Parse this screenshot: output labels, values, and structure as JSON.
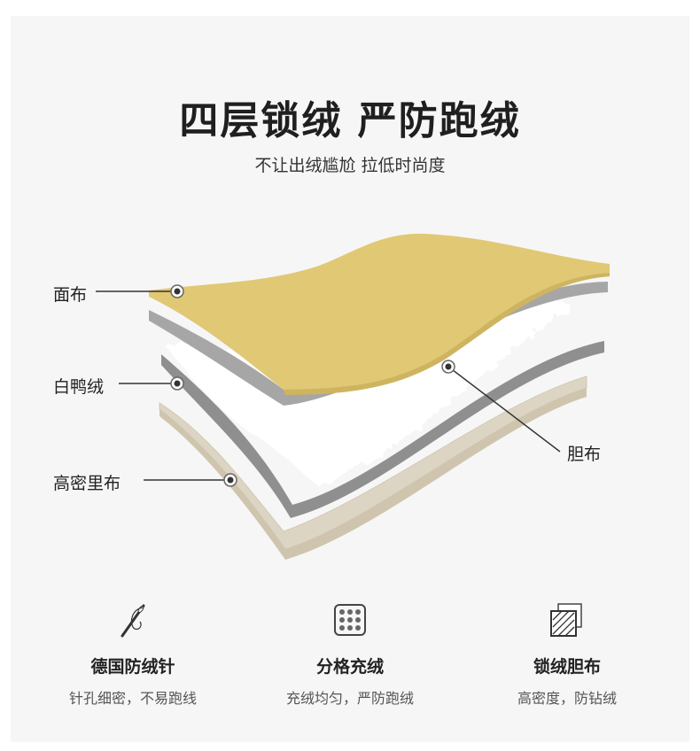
{
  "header": {
    "title": "四层锁绒 严防跑绒",
    "subtitle": "不让出绒尴尬 拉低时尚度"
  },
  "layers": {
    "outer_fabric": "面布",
    "down": "白鸭绒",
    "lining": "高密里布",
    "inner_fabric": "胆布"
  },
  "colors": {
    "outer": "#e1c874",
    "gray": "#a6a6a6",
    "down": "#ffffff",
    "lining": "#ddd5c3"
  },
  "features": [
    {
      "icon": "needle-icon",
      "name": "德国防绒针",
      "desc": "针孔细密，不易跑线"
    },
    {
      "icon": "grid-quilt-icon",
      "name": "分格充绒",
      "desc": "充绒均匀，严防跑绒"
    },
    {
      "icon": "fabric-swatch-icon",
      "name": "锁绒胆布",
      "desc": "高密度，防钻绒"
    }
  ]
}
